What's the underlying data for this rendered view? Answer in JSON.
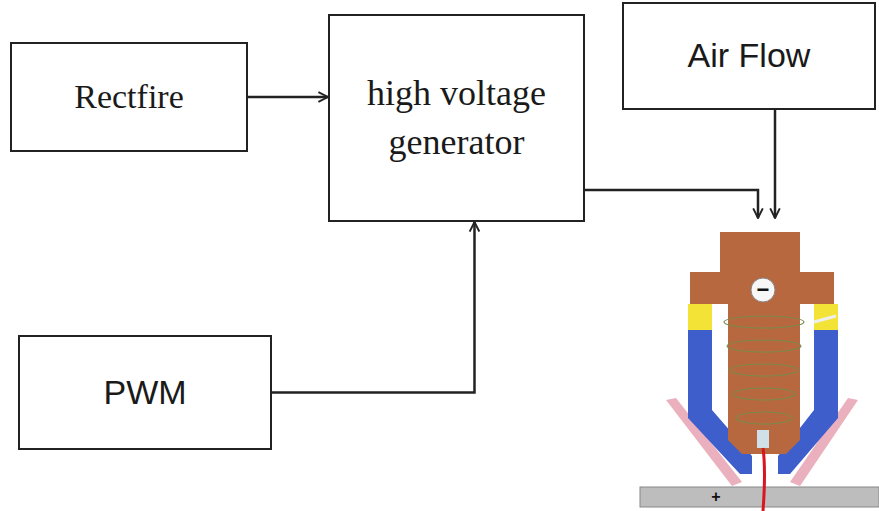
{
  "diagram": {
    "nodes": [
      {
        "text": [
          "Rectfire"
        ]
      },
      {
        "text": [
          "high voltage generator"
        ]
      },
      {
        "text": [
          "Air Flow"
        ]
      },
      {
        "text": [
          "PWM"
        ]
      }
    ],
    "edges": [
      {
        "from": 0,
        "to": 1,
        "arrow": "to"
      },
      {
        "from": 3,
        "to": 1,
        "arrow": "to"
      }
    ],
    "labels": [
      "−",
      "+"
    ]
  }
}
